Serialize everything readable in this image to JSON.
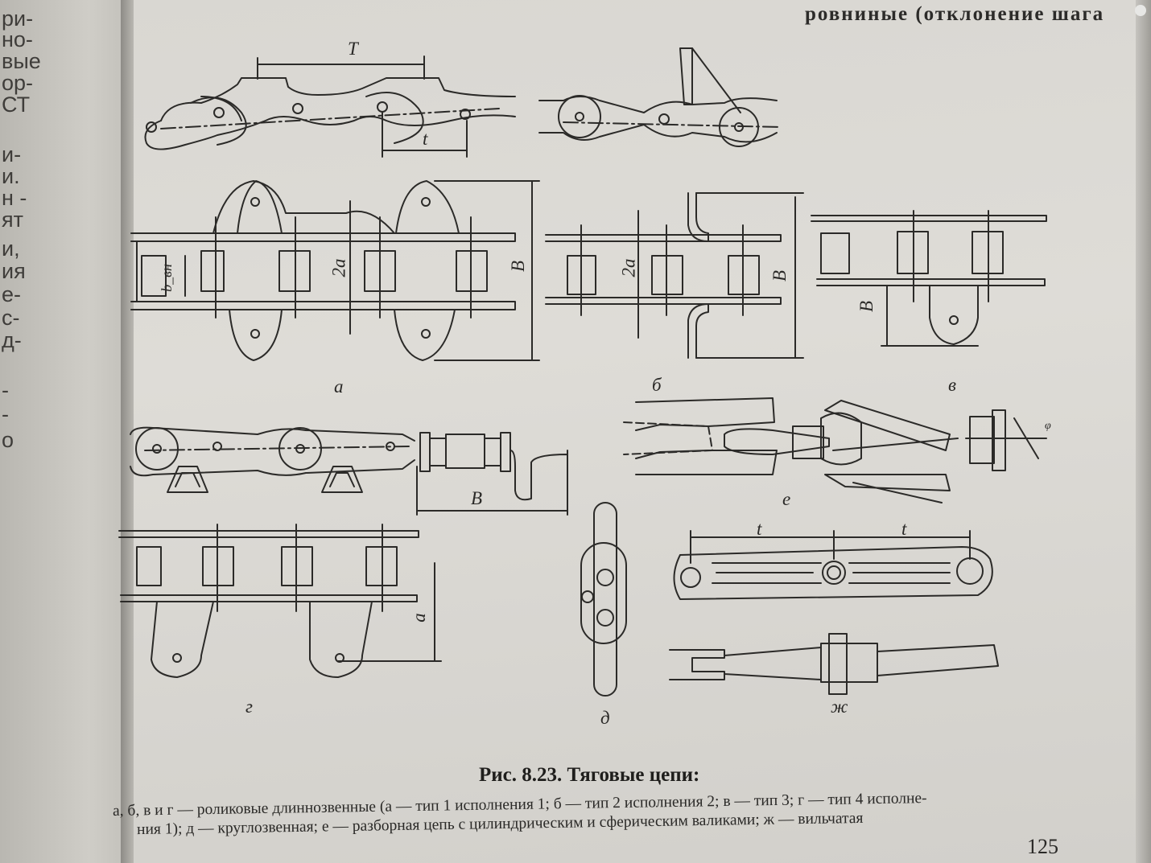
{
  "left_page": {
    "lines": [
      "ри-",
      "но-",
      "вые",
      "ор-",
      "СТ",
      "",
      "и-",
      "и.",
      "н -",
      "ят",
      "и,",
      "ия",
      "е-",
      "с-",
      "д-",
      "",
      "-",
      "-",
      "о"
    ]
  },
  "header": {
    "text": "ровниные (отклонение шага"
  },
  "figure": {
    "labels": {
      "T": "T",
      "t": "t",
      "two_a": "2a",
      "B": "B",
      "b_vn": "b_вн",
      "a": "a",
      "fig_a": "а",
      "fig_b": "б",
      "fig_v": "в",
      "fig_g": "г",
      "fig_d": "д",
      "fig_e": "е",
      "fig_zh": "ж",
      "phi": "φ"
    }
  },
  "caption": {
    "title": "Рис. 8.23. Тяговые цепи:",
    "line1": "а, б, в и г — роликовые длиннозвенные (а — тип 1 исполнения 1; б — тип 2 исполнения 2; в — тип 3; г — тип 4 исполне-",
    "line2": "ния 1); д — круглозвенная; е — разборная цепь с цилиндрическим и сферическим валиками; ж — вильчатая"
  },
  "page_number": "125"
}
